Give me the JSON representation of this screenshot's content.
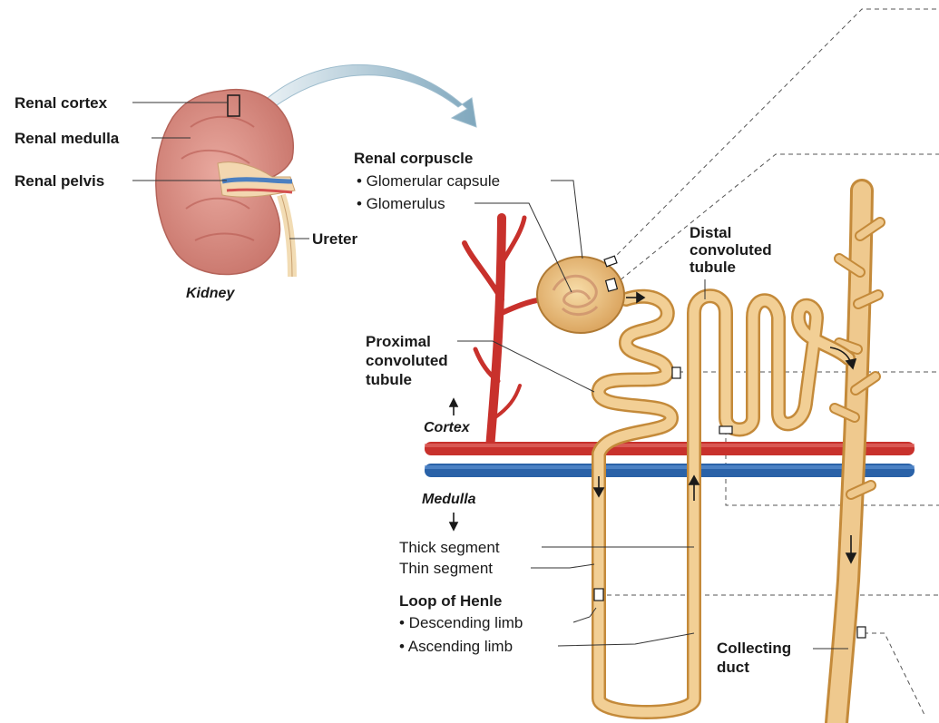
{
  "kidney": {
    "renal_cortex": "Renal cortex",
    "renal_medulla": "Renal medulla",
    "renal_pelvis": "Renal pelvis",
    "ureter": "Ureter",
    "caption": "Kidney"
  },
  "corpuscle": {
    "title": "Renal corpuscle",
    "capsule": "• Glomerular capsule",
    "glomerulus": "• Glomerulus"
  },
  "tubules": {
    "distal_line1": "Distal",
    "distal_line2": "convoluted",
    "distal_line3": "tubule",
    "proximal_line1": "Proximal",
    "proximal_line2": "convoluted",
    "proximal_line3": "tubule"
  },
  "regions": {
    "cortex": "Cortex",
    "medulla": "Medulla"
  },
  "loop": {
    "thick": "Thick segment",
    "thin": "Thin segment",
    "title": "Loop of Henle",
    "descending": "• Descending limb",
    "ascending": "• Ascending limb"
  },
  "collecting": {
    "line1": "Collecting",
    "line2": "duct"
  },
  "colors": {
    "tubule": "#f0c480",
    "tubule_edge": "#c48a3a",
    "artery": "#c8312c",
    "vein": "#2a62a8",
    "kidney": "#d98c84",
    "arrow": "#8fb4c8"
  }
}
